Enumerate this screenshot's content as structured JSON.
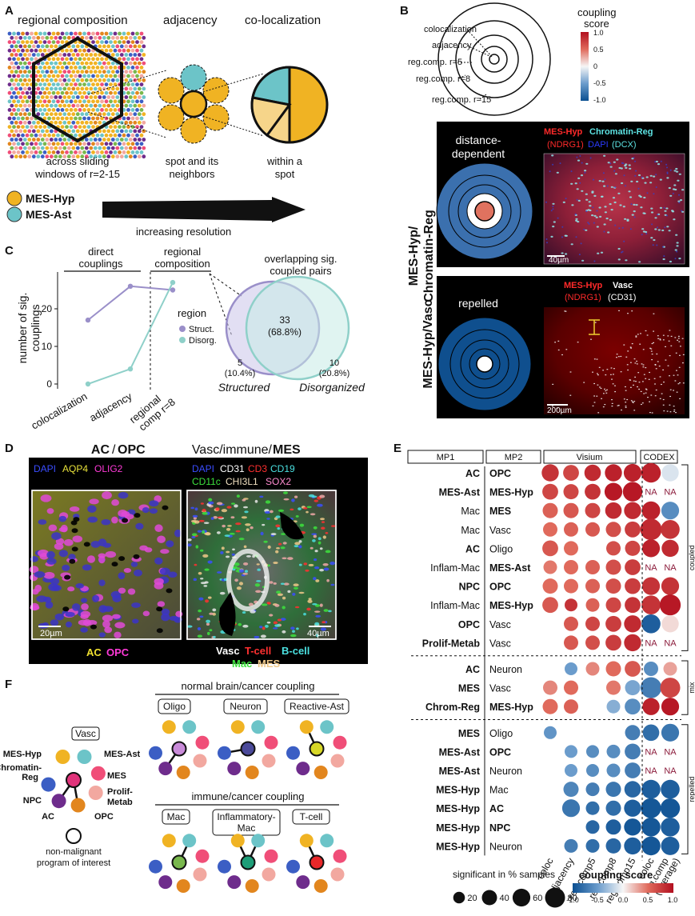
{
  "colors": {
    "mes_hyp": "#f0b323",
    "mes_ast": "#6cc4c8",
    "struct": "#9a8fc9",
    "disorg": "#8fd0c9",
    "coupling_low": "#0b4f91",
    "coupling_mid": "#f6f6f6",
    "coupling_high": "#b20f1f"
  },
  "panelA": {
    "label": "A",
    "h1": "regional composition",
    "h2": "adjacency",
    "h3": "co-localization",
    "c1a": "across sliding",
    "c1b": "windows of r=2-15",
    "c2a": "spot and its",
    "c2b": "neighbors",
    "c3a": "within a",
    "c3b": "spot",
    "legend": [
      "MES-Hyp",
      "MES-Ast"
    ],
    "arrow": "increasing resolution"
  },
  "panelB": {
    "label": "B",
    "rings": [
      "colocalization",
      "adjacency",
      "reg.comp. r=5",
      "reg.comp. r=8",
      "reg.comp. r=15"
    ],
    "cbar_title1": "coupling",
    "cbar_title2": "score",
    "cbar_ticks": [
      "1.0",
      "0.5",
      "0",
      "-0.5",
      "-1.0"
    ],
    "row1_side1": "MES-Hyp/",
    "row1_side2": "Chromatin-Reg",
    "row1_title1": "distance-",
    "row1_title2": "dependent",
    "row1_img1": "MES-Hyp",
    "row1_img2": "Chromatin-Reg",
    "row1_img3": "(NDRG1)",
    "row1_img4": "DAPI",
    "row1_img5": "(DCX)",
    "row1_scale": "40µm",
    "row2_side": "MES-Hyp/Vasc",
    "row2_title": "repelled",
    "row2_img1": "MES-Hyp",
    "row2_img2": "Vasc",
    "row2_img3": "(NDRG1)",
    "row2_img4": "(CD31)",
    "row2_scale": "200µm"
  },
  "panelC": {
    "label": "C",
    "h1a": "direct",
    "h1b": "couplings",
    "h2a": "regional",
    "h2b": "composition",
    "ylabel1": "number of sig.",
    "ylabel2": "couplings",
    "yticks": [
      "0",
      "10",
      "20"
    ],
    "xticks": [
      "colocalization",
      "adjacency"
    ],
    "xtick3a": "regional",
    "xtick3b": "comp r=8",
    "legend_title": "region",
    "venn_title1": "overlapping sig.",
    "venn_title2": "coupled pairs",
    "venn_center1": "33",
    "venn_center2": "(68.8%)",
    "venn_left1": "5",
    "venn_left2": "(10.4%)",
    "venn_right1": "10",
    "venn_right2": "(20.8%)",
    "venn_lab1": "Structured",
    "venn_lab2": "Disorganized"
  },
  "chart_data": {
    "type": "line",
    "categories": [
      "colocalization",
      "adjacency",
      "regional comp r=8"
    ],
    "series": [
      {
        "name": "Struct.",
        "values": [
          17,
          26,
          25
        ]
      },
      {
        "name": "Disorg.",
        "values": [
          0,
          4,
          27
        ]
      }
    ],
    "ylim": [
      -1,
      30
    ]
  },
  "panelD": {
    "label": "D",
    "t1a": "AC",
    "t1b": "/",
    "t1c": "OPC",
    "t2a": "Vasc/immune/",
    "t2b": "MES",
    "l1": [
      "DAPI",
      "AQP4",
      "OLIG2"
    ],
    "l2": [
      "DAPI",
      "CD31",
      "CD3",
      "CD19"
    ],
    "l3": [
      "CD11c",
      "CHI3L1",
      "SOX2"
    ],
    "scale1": "20µm",
    "scale2": "40µm",
    "b1": [
      "AC",
      "OPC"
    ],
    "b2": [
      "Vasc",
      "T-cell",
      "B-cell"
    ],
    "b3": [
      "Mac",
      "MES"
    ]
  },
  "panelE": {
    "label": "E",
    "hdr_mp1": "MP1",
    "hdr_mp2": "MP2",
    "hdr_visium": "Visium",
    "hdr_codex": "CODEX",
    "groups": [
      "coupled",
      "mix",
      "repelled"
    ],
    "xcols": [
      "coloc",
      "adjacency",
      "reg.comp5",
      "reg.comp8",
      "reg.comp15",
      "coloc"
    ],
    "xcol7a": "reg.comp",
    "xcol7b": "(average)",
    "na": "NA",
    "size_title": "significant in % samples",
    "size_vals": [
      "20",
      "40",
      "60",
      "80"
    ],
    "score_title": "coupling score",
    "score_ticks": [
      "-1.0",
      "-0.5",
      "0.0",
      "0.5",
      "1.0"
    ],
    "rows": [
      {
        "mp1": "AC",
        "mp2": "OPC",
        "b1": true,
        "b2": true,
        "grp": 0,
        "cells": [
          [
            0.8,
            55
          ],
          [
            0.7,
            45
          ],
          [
            0.85,
            50
          ],
          [
            0.9,
            55
          ],
          [
            0.9,
            60
          ],
          [
            0.9,
            75
          ],
          [
            -0.1,
            55
          ]
        ]
      },
      {
        "mp1": "MES-Ast",
        "mp2": "MES-Hyp",
        "b1": true,
        "b2": true,
        "grp": 0,
        "cells": [
          [
            0.7,
            45
          ],
          [
            0.7,
            40
          ],
          [
            0.8,
            45
          ],
          [
            0.95,
            60
          ],
          [
            0.95,
            75
          ],
          null,
          null
        ]
      },
      {
        "mp1": "Mac",
        "mp2": "MES",
        "b1": false,
        "b2": true,
        "grp": 0,
        "cells": [
          [
            0.55,
            40
          ],
          [
            0.6,
            40
          ],
          [
            0.7,
            40
          ],
          [
            0.85,
            50
          ],
          [
            0.85,
            55
          ],
          [
            0.9,
            65
          ],
          [
            -0.6,
            60
          ]
        ]
      },
      {
        "mp1": "Mac",
        "mp2": "Vasc",
        "b1": false,
        "b2": false,
        "grp": 0,
        "cells": [
          [
            0.5,
            35
          ],
          [
            0.55,
            35
          ],
          [
            0.6,
            35
          ],
          [
            0.65,
            40
          ],
          [
            0.75,
            45
          ],
          [
            0.85,
            95
          ],
          [
            0.8,
            70
          ]
        ]
      },
      {
        "mp1": "AC",
        "mp2": "Oligo",
        "b1": true,
        "b2": false,
        "grp": 0,
        "cells": [
          [
            0.6,
            45
          ],
          [
            0.5,
            35
          ],
          null,
          [
            0.65,
            35
          ],
          [
            0.7,
            40
          ],
          [
            0.9,
            60
          ],
          [
            0.85,
            55
          ]
        ]
      },
      {
        "mp1": "Inflam-Mac",
        "mp2": "MES-Ast",
        "b1": false,
        "b2": true,
        "grp": 0,
        "cells": [
          [
            0.45,
            30
          ],
          [
            0.5,
            35
          ],
          [
            0.55,
            35
          ],
          [
            0.65,
            40
          ],
          [
            0.75,
            45
          ],
          null,
          null
        ]
      },
      {
        "mp1": "NPC",
        "mp2": "OPC",
        "b1": true,
        "b2": true,
        "grp": 0,
        "cells": [
          [
            0.5,
            40
          ],
          [
            0.5,
            35
          ],
          [
            0.55,
            35
          ],
          [
            0.65,
            40
          ],
          [
            0.75,
            45
          ],
          [
            0.8,
            60
          ],
          [
            0.8,
            60
          ]
        ]
      },
      {
        "mp1": "Inflam-Mac",
        "mp2": "MES-Hyp",
        "b1": false,
        "b2": true,
        "grp": 0,
        "cells": [
          [
            0.6,
            45
          ],
          [
            0.8,
            25
          ],
          [
            0.55,
            30
          ],
          [
            0.7,
            40
          ],
          [
            0.8,
            45
          ],
          [
            0.8,
            70
          ],
          [
            0.95,
            90
          ]
        ]
      },
      {
        "mp1": "OPC",
        "mp2": "Vasc",
        "b1": true,
        "b2": false,
        "grp": 0,
        "cells": [
          null,
          [
            0.6,
            35
          ],
          [
            0.7,
            35
          ],
          [
            0.75,
            45
          ],
          [
            0.85,
            55
          ],
          [
            -0.9,
            70
          ],
          [
            0.1,
            55
          ]
        ]
      },
      {
        "mp1": "Prolif-Metab",
        "mp2": "Vasc",
        "b1": true,
        "b2": false,
        "grp": 0,
        "cells": [
          null,
          [
            0.6,
            35
          ],
          [
            0.65,
            35
          ],
          [
            0.75,
            45
          ],
          [
            0.85,
            55
          ],
          null,
          null
        ]
      },
      {
        "mp1": "AC",
        "mp2": "Neuron",
        "b1": true,
        "b2": false,
        "grp": 1,
        "cells": [
          null,
          [
            -0.5,
            25
          ],
          [
            0.4,
            30
          ],
          [
            0.5,
            40
          ],
          [
            0.6,
            45
          ],
          [
            -0.6,
            35
          ],
          [
            0.3,
            30
          ]
        ]
      },
      {
        "mp1": "MES",
        "mp2": "Vasc",
        "b1": true,
        "b2": false,
        "grp": 1,
        "cells": [
          [
            0.4,
            35
          ],
          [
            0.5,
            35
          ],
          null,
          [
            0.45,
            35
          ],
          [
            -0.45,
            40
          ],
          [
            -0.7,
            90
          ],
          [
            0.7,
            80
          ]
        ]
      },
      {
        "mp1": "Chrom-Reg",
        "mp2": "MES-Hyp",
        "b1": true,
        "b2": true,
        "grp": 1,
        "cells": [
          [
            0.5,
            40
          ],
          [
            0.55,
            35
          ],
          null,
          [
            -0.4,
            30
          ],
          [
            -0.6,
            45
          ],
          [
            0.9,
            55
          ],
          [
            0.95,
            60
          ]
        ]
      },
      {
        "mp1": "MES",
        "mp2": "Oligo",
        "b1": true,
        "b2": false,
        "grp": 2,
        "cells": [
          [
            -0.55,
            25
          ],
          null,
          null,
          null,
          [
            -0.7,
            40
          ],
          [
            -0.8,
            50
          ],
          [
            -0.75,
            60
          ]
        ]
      },
      {
        "mp1": "MES-Ast",
        "mp2": "OPC",
        "b1": true,
        "b2": true,
        "grp": 2,
        "cells": [
          null,
          [
            -0.5,
            25
          ],
          [
            -0.6,
            25
          ],
          [
            -0.6,
            30
          ],
          [
            -0.7,
            45
          ],
          null,
          null
        ]
      },
      {
        "mp1": "MES-Ast",
        "mp2": "Neuron",
        "b1": true,
        "b2": false,
        "grp": 2,
        "cells": [
          null,
          [
            -0.5,
            25
          ],
          [
            -0.6,
            25
          ],
          [
            -0.6,
            30
          ],
          [
            -0.7,
            45
          ],
          null,
          null
        ]
      },
      {
        "mp1": "MES-Hyp",
        "mp2": "Mac",
        "b1": true,
        "b2": false,
        "grp": 2,
        "cells": [
          null,
          [
            -0.65,
            40
          ],
          [
            -0.7,
            30
          ],
          [
            -0.75,
            40
          ],
          [
            -0.85,
            50
          ],
          [
            -0.9,
            70
          ],
          [
            -0.9,
            70
          ]
        ]
      },
      {
        "mp1": "MES-Hyp",
        "mp2": "AC",
        "b1": true,
        "b2": true,
        "grp": 2,
        "cells": [
          null,
          [
            -0.75,
            60
          ],
          [
            -0.8,
            30
          ],
          [
            -0.8,
            40
          ],
          [
            -0.9,
            55
          ],
          [
            -0.95,
            80
          ],
          [
            -0.95,
            75
          ]
        ]
      },
      {
        "mp1": "MES-Hyp",
        "mp2": "NPC",
        "b1": true,
        "b2": true,
        "grp": 2,
        "cells": [
          null,
          null,
          [
            -0.85,
            30
          ],
          [
            -0.9,
            40
          ],
          [
            -0.95,
            55
          ],
          [
            -0.95,
            70
          ],
          [
            -0.9,
            70
          ]
        ]
      },
      {
        "mp1": "MES-Hyp",
        "mp2": "Neuron",
        "b1": true,
        "b2": false,
        "grp": 2,
        "cells": [
          null,
          [
            -0.7,
            30
          ],
          [
            -0.8,
            30
          ],
          [
            -0.85,
            40
          ],
          [
            -0.9,
            55
          ],
          [
            -0.95,
            70
          ],
          [
            -0.9,
            65
          ]
        ]
      }
    ]
  },
  "panelF": {
    "label": "F",
    "vasc": "Vasc",
    "nodes": [
      "MES-Hyp",
      "MES-Ast",
      "Chromatin-",
      "Reg",
      "MES",
      "Prolif-",
      "Metab",
      "NPC",
      "AC",
      "OPC"
    ],
    "legend1": "non-malignant",
    "legend2": "program of interest",
    "hdr1": "normal brain/cancer coupling",
    "hdr2": "immune/cancer coupling",
    "m1": "Oligo",
    "m2": "Neuron",
    "m3": "Reactive-Ast",
    "m4": "Mac",
    "m5a": "Inflammatory-",
    "m5b": "Mac",
    "m6": "T-cell",
    "ring_colors": [
      "#f0b323",
      "#6cc4c8",
      "#f04e78",
      "#f2a8a0",
      "#e2861e",
      "#6e2c8c",
      "#3b5ec4"
    ],
    "center_colors": [
      "#c98bd9",
      "#4b4a9a",
      "#d7d727",
      "#79b84d",
      "#1e9e78",
      "#e8282a"
    ]
  }
}
